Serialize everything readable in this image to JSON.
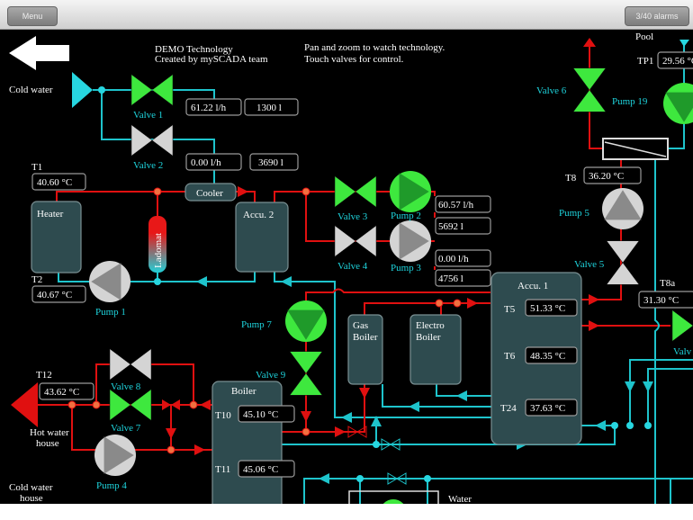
{
  "topbar": {
    "menu_label": "Menu",
    "alarms_label": "3/40  alarms"
  },
  "header": {
    "title": "DEMO Technology",
    "subtitle": "Created by mySCADA team",
    "instructions": [
      "Pan and zoom to watch technology.",
      "Touch valves for control."
    ]
  },
  "labels": {
    "cold_water": "Cold water",
    "hot_water_house": [
      "Hot water",
      "house"
    ],
    "cold_water_house": [
      "Cold water",
      "house"
    ],
    "pool": "Pool",
    "water": "Water"
  },
  "tanks": {
    "heater": "Heater",
    "cooler": "Cooler",
    "accu2": "Accu. 2",
    "accu1": "Accu. 1",
    "gas_boiler": [
      "Gas",
      "Boiler"
    ],
    "electro_boiler": [
      "Electro",
      "Boiler"
    ],
    "boiler": "Boiler",
    "ladomat": "Ladomat"
  },
  "sensors": {
    "T1": {
      "label": "T1",
      "value": "40.60 °C"
    },
    "T2": {
      "label": "T2",
      "value": "40.67 °C"
    },
    "T5": {
      "label": "T5",
      "value": "51.33 °C"
    },
    "T6": {
      "label": "T6",
      "value": "48.35 °C"
    },
    "T24": {
      "label": "T24",
      "value": "37.63 °C"
    },
    "T8": {
      "label": "T8",
      "value": "36.20 °C"
    },
    "T8a": {
      "label": "T8a",
      "value": "31.30 °C"
    },
    "TP1": {
      "label": "TP1",
      "value": "29.56 °C"
    },
    "T10": {
      "label": "T10",
      "value": "45.10 °C"
    },
    "T11": {
      "label": "T11",
      "value": "45.06 °C"
    },
    "T12": {
      "label": "T12",
      "value": "43.62 °C"
    }
  },
  "meters": {
    "flow1": "61.22 l/h",
    "vol1": "1300 l",
    "flow2": "0.00 l/h",
    "vol2": "3690 l",
    "flow3": "60.57 l/h",
    "vol3": "5692 l",
    "flow4": "0.00 l/h",
    "vol4": "4756 l"
  },
  "valves": {
    "v1": {
      "label": "Valve 1",
      "state": "open"
    },
    "v2": {
      "label": "Valve 2",
      "state": "closed"
    },
    "v3": {
      "label": "Valve 3",
      "state": "open"
    },
    "v4": {
      "label": "Valve 4",
      "state": "closed"
    },
    "v5": {
      "label": "Valve 5",
      "state": "closed"
    },
    "v6": {
      "label": "Valve 6",
      "state": "open"
    },
    "v7": {
      "label": "Valve 7",
      "state": "open"
    },
    "v8": {
      "label": "Valve 8",
      "state": "closed"
    },
    "v9": {
      "label": "Valve 9",
      "state": "open"
    },
    "v10": {
      "label": "Valv",
      "state": "open"
    }
  },
  "pumps": {
    "p1": {
      "label": "Pump 1",
      "state": "stopped"
    },
    "p2": {
      "label": "Pump 2",
      "state": "running"
    },
    "p3": {
      "label": "Pump 3",
      "state": "stopped"
    },
    "p4": {
      "label": "Pump 4",
      "state": "stopped"
    },
    "p5": {
      "label": "Pump 5",
      "state": "stopped"
    },
    "p7": {
      "label": "Pump 7",
      "state": "running"
    },
    "p19": {
      "label": "Pump 19",
      "state": "running"
    }
  },
  "colors": {
    "open": "#3ee83e",
    "closed": "#d4d4d4",
    "hot": "#e01010",
    "cold": "#1ec4cc",
    "label": "#1ed3dc",
    "tank": "#2e4b4f"
  }
}
